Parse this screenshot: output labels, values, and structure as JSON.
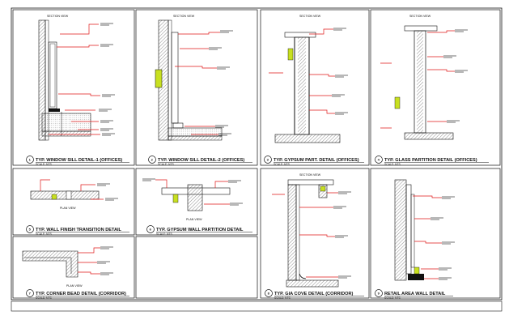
{
  "panels": [
    {
      "num": "1",
      "title": "TYP. WINDOW SILL DETAIL-1 (OFFICES)",
      "scale": "SCALE: NTS",
      "view": "SECTION VIEW"
    },
    {
      "num": "2",
      "title": "TYP. WINDOW SILL DETAIL-2 (OFFICES)",
      "scale": "SCALE: NTS",
      "view": "SECTION VIEW"
    },
    {
      "num": "3",
      "title": "TYP. GYPSUM PART. DETAIL (OFFICES)",
      "scale": "SCALE: NTS",
      "view": "SECTION VIEW"
    },
    {
      "num": "4",
      "title": "TYP. GLASS PARTITION DETAIL (OFFICES)",
      "scale": "SCALE: NTS",
      "view": "SECTION VIEW"
    },
    {
      "num": "5",
      "title": "TYP. WALL FINISH TRANSITION DETAIL",
      "scale": "SCALE: NTS",
      "view": "PLAN VIEW"
    },
    {
      "num": "6",
      "title": "TYP. GYPSUM WALL PARTITION DETAIL",
      "scale": "SCALE: NTS",
      "view": "PLAN VIEW"
    },
    {
      "num": "7",
      "title": "TYP. CORNER BEAD DETAIL (CORRIDOR)",
      "scale": "SCALE: NTS",
      "view": "PLAN VIEW"
    },
    {
      "num": "8",
      "title": "TYP. GIA COVE DETAIL (CORRIDOR)",
      "scale": "SCALE: NTS",
      "view": "SECTION VIEW"
    },
    {
      "num": "9",
      "title": "RETAIL AREA WALL DETAIL",
      "scale": "SCALE: NTS",
      "view": ""
    }
  ],
  "colors": {
    "line": "#111111",
    "leader": "#e01818",
    "accent": "#c8e020",
    "hatch": "#555555"
  }
}
